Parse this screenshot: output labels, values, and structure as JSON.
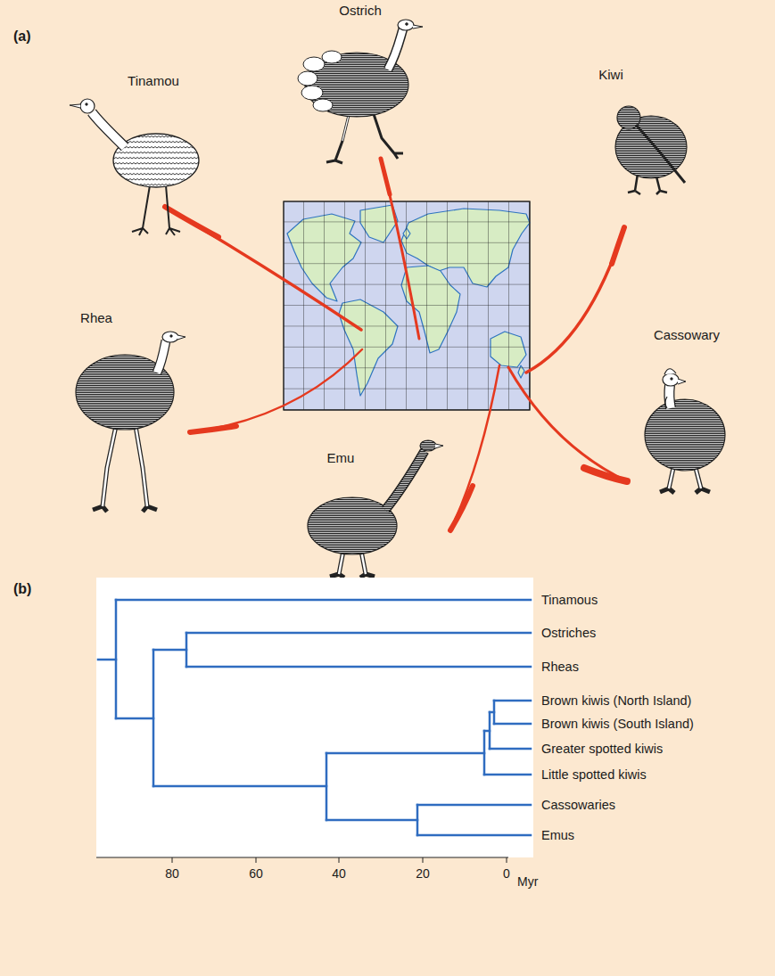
{
  "diagram": {
    "labels": [
      "(a)",
      "Ostrich",
      "Tinamou",
      "Kiwi",
      "Rhea",
      "Cassowary",
      "Emu",
      "(b)",
      "Tinamous",
      "Ostriches",
      "Rheas",
      "Brown kiwis (North Island)",
      "Brown kiwis (South Island)",
      "Greater spotted kiwis",
      "Little spotted kiwis",
      "Cassowaries",
      "Emus",
      "80",
      "60",
      "40",
      "20",
      "0",
      "Myr"
    ]
  }
}
